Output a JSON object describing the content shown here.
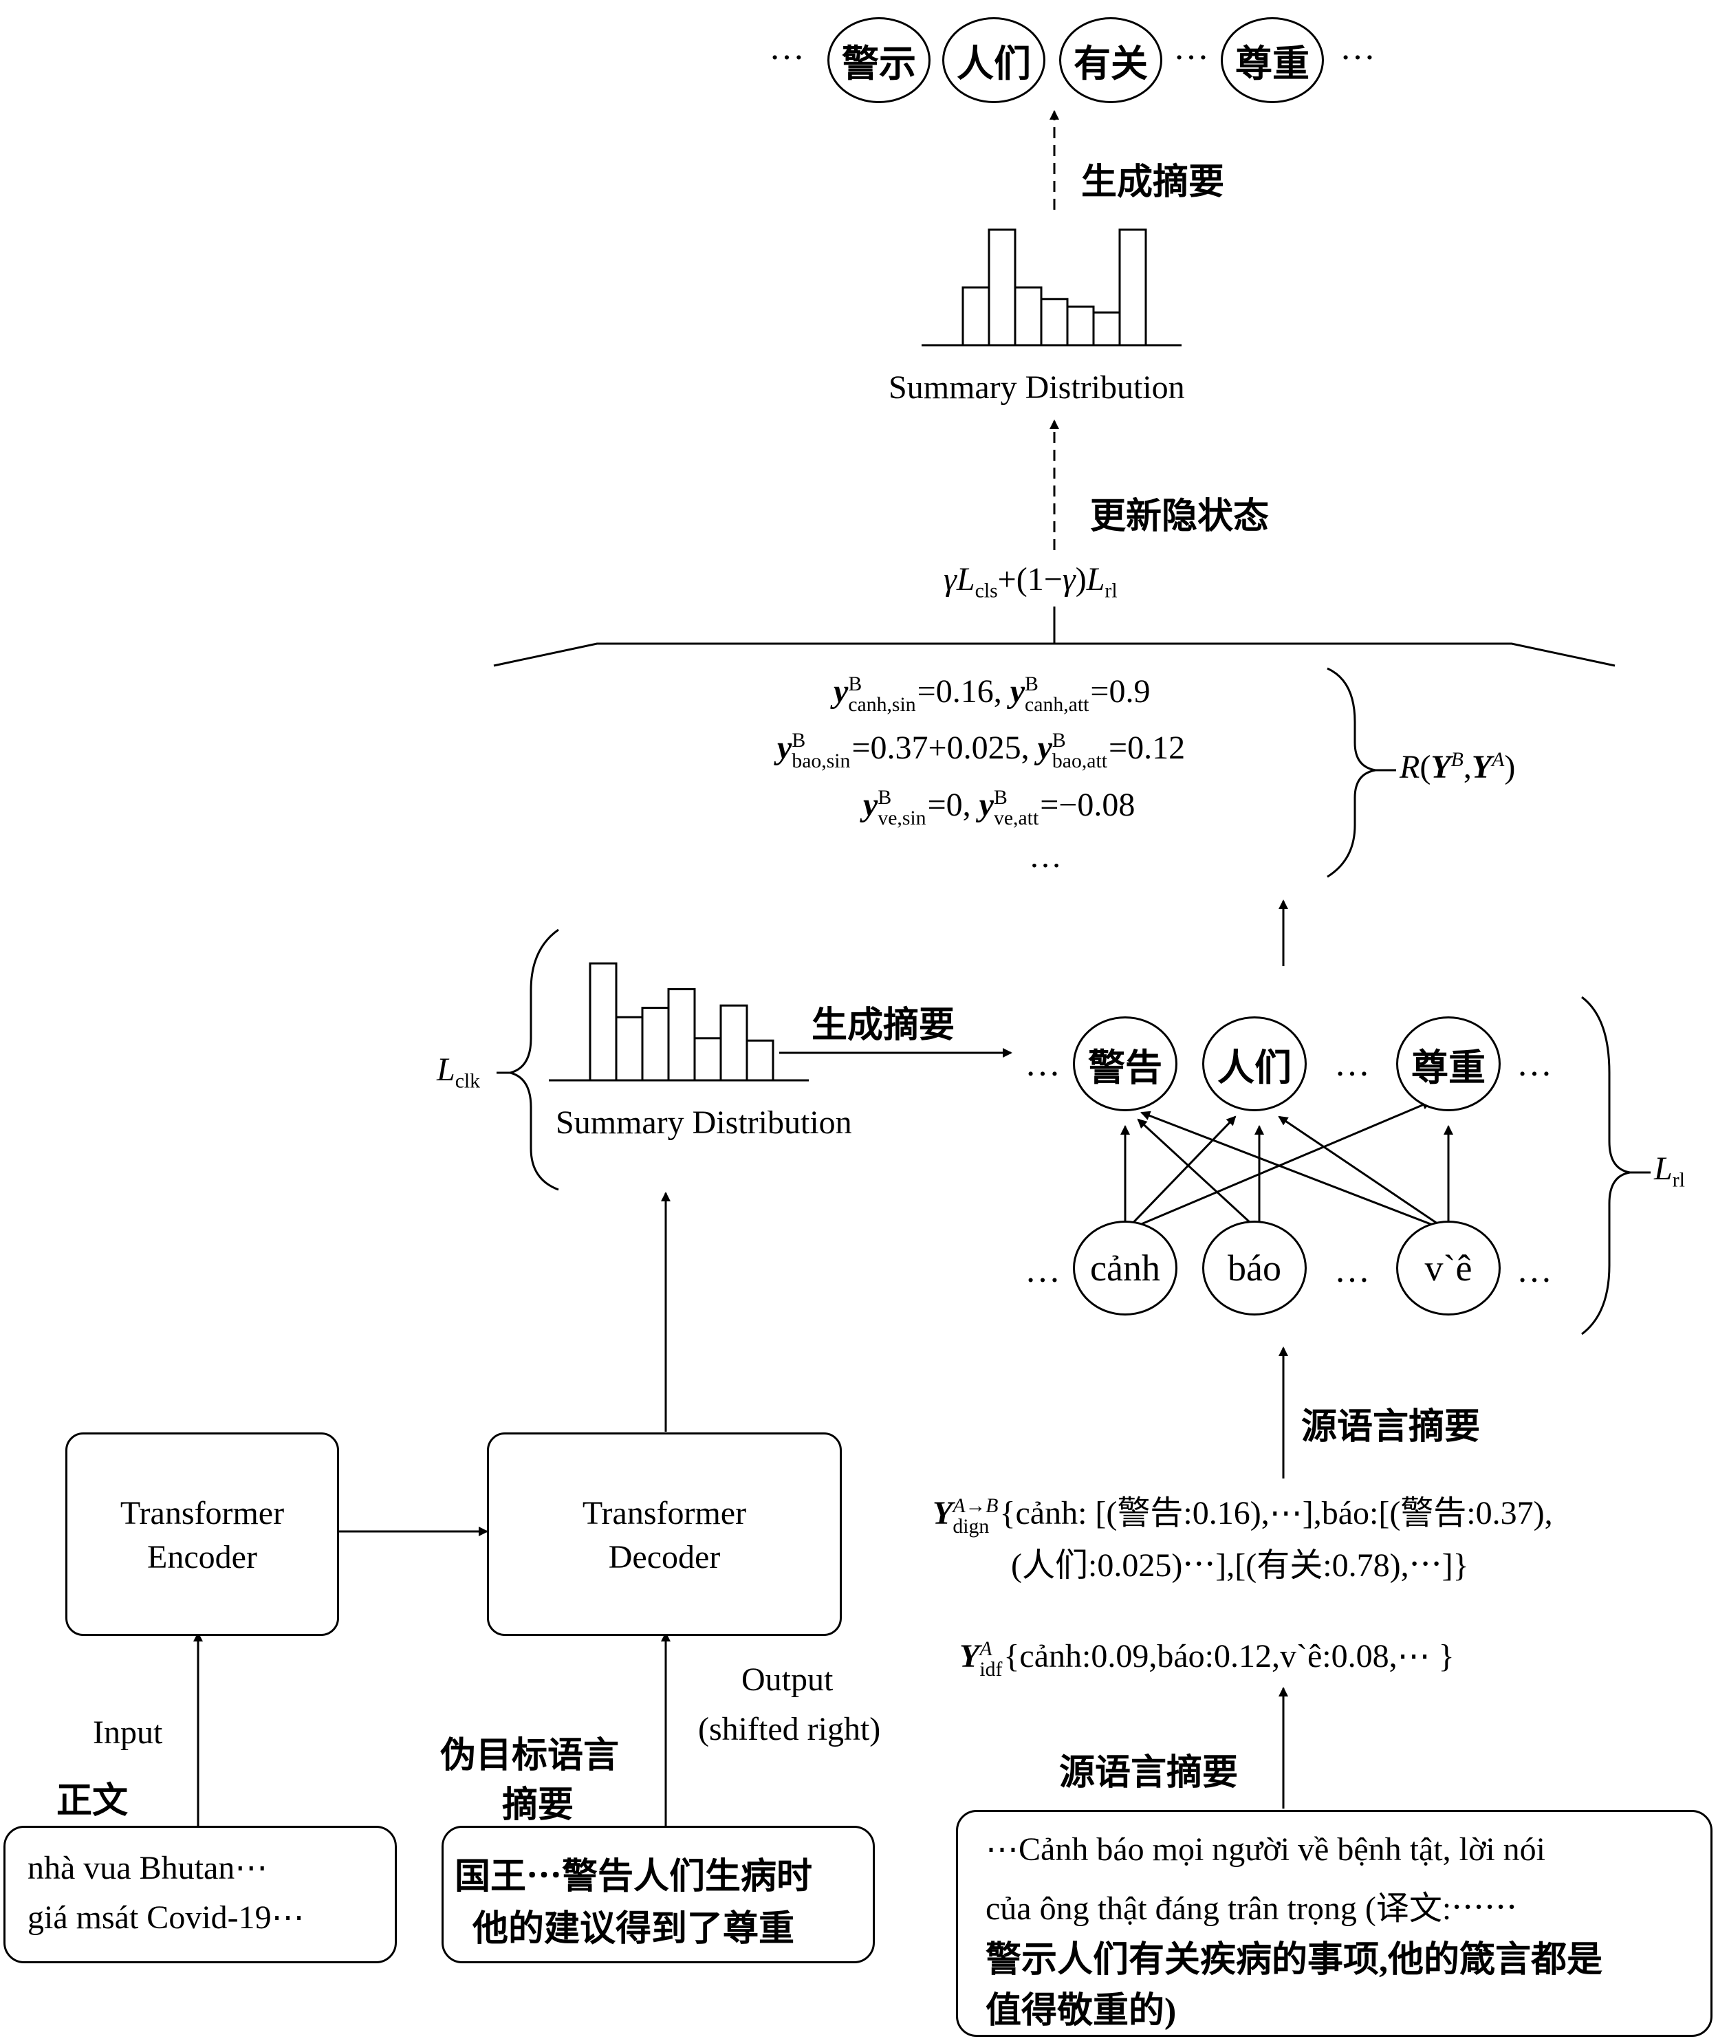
{
  "top_output": {
    "left_ellipsis": "…",
    "nodes": [
      "警示",
      "人们",
      "有关",
      "尊重"
    ],
    "mid_ellipsis": "…",
    "right_ellipsis": "…"
  },
  "labels": {
    "generate_summary_top": "生成摘要",
    "summary_distribution": "Summary Distribution",
    "update_hidden_state": "更新隐状态",
    "loss_formula": "γL_cls+(1−γ)L_rl",
    "generate_summary_mid": "生成摘要",
    "source_summary_mid": "源语言摘要",
    "source_summary_bottom": "源语言摘要",
    "input_en": "Input",
    "input_zh": "正文",
    "pseudo_target": [
      "伪目标语言",
      "摘要"
    ],
    "output_label": [
      "Output",
      "(shifted right)"
    ],
    "l_clk": "clk",
    "l_rl": "rl",
    "reward": "R(Y^B,Y^A)"
  },
  "reward_lines": [
    {
      "a_sub": "canh,sin",
      "a_val": "=0.16, ",
      "b_sub": "canh,att",
      "b_val": "=0.9"
    },
    {
      "a_sub": "bao,sin",
      "a_val": "=0.37+0.025, ",
      "b_sub": "bao,att",
      "b_val": "=0.12"
    },
    {
      "a_sub": "ve,sin",
      "a_val": "=0, ",
      "b_sub": "ve,att",
      "b_val": "=−0.08"
    },
    {
      "ellipsis": "…"
    }
  ],
  "mid_nodes": {
    "upper": [
      "警告",
      "人们",
      "尊重"
    ],
    "lower": [
      "cảnh",
      "báo",
      "v`ê"
    ],
    "ellipsis": "…"
  },
  "dict_lines": {
    "dign_line1": "{cảnh: [(警告:0.16),⋯],báo:[(警告:0.37),",
    "dign_line2": "(人们:0.025)⋯],[(有关:0.78),⋯]}",
    "dign_sup": "A→B",
    "dign_sub": "dign",
    "idf_line": "{cảnh:0.09,báo:0.12,v`ê:0.08,⋯ }",
    "idf_sup": "A",
    "idf_sub": "idf"
  },
  "boxes": {
    "encoder": [
      "Transformer",
      "Encoder"
    ],
    "decoder": [
      "Transformer",
      "Decoder"
    ],
    "input_text": [
      "nhà vua Bhutan⋯",
      "giá msát Covid-19⋯"
    ],
    "pseudo_text": [
      "国王⋯警告人们生病时",
      "他的建议得到了尊重"
    ],
    "source_text": [
      "⋯Cảnh báo mọi người về bệnh tật, lời nói",
      "của ông thật đáng trân trọng (译文:⋯⋯",
      "警示人们有关疾病的事项,他的箴言都是",
      "值得敬重的)"
    ]
  },
  "histogram_top": {
    "values": [
      3,
      6,
      3,
      2.4,
      2,
      1.7,
      6
    ]
  },
  "histogram_mid": {
    "values": [
      5,
      2.7,
      3.1,
      3.9,
      1.8,
      3.2,
      1.7
    ]
  }
}
